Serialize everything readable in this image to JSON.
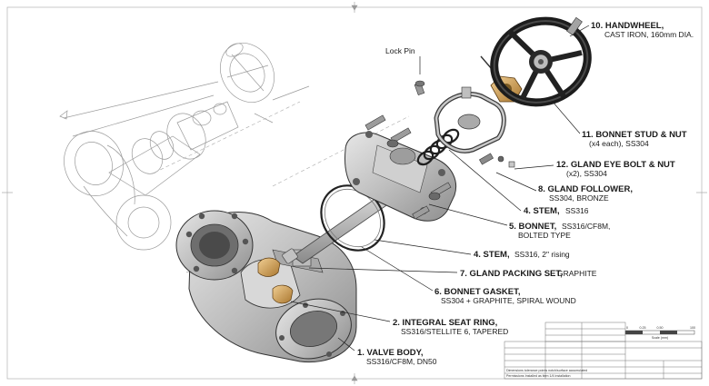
{
  "drawing": {
    "lock_pin_label": "Lock Pin",
    "callouts": [
      {
        "id": "handwheel",
        "title": "10. HANDWHEEL,",
        "sub": [
          "CAST IRON, 160mm DIA."
        ]
      },
      {
        "id": "bonnet-stud-nut",
        "title": "11. BONNET STUD & NUT",
        "sub": [
          "(x4 each), SS304"
        ]
      },
      {
        "id": "gland-eye-bolt",
        "title": "12. GLAND EYE BOLT & NUT",
        "sub": [
          "(x2), SS304"
        ]
      },
      {
        "id": "gland-follower",
        "title": "8. GLAND FOLLOWER,",
        "sub": [
          "SS304, BRONZE"
        ]
      },
      {
        "id": "stem-upper",
        "title": "4. STEM,",
        "sub": [
          "SS316"
        ]
      },
      {
        "id": "bonnet",
        "title": "5. BONNET,",
        "sub": [
          "SS316/CF8M,",
          "BOLTED TYPE"
        ]
      },
      {
        "id": "stem-lower",
        "title": "4. STEM,",
        "sub": [
          "SS316, 2\" rising"
        ]
      },
      {
        "id": "gland-packing",
        "title": "7. GLAND PACKING SET,",
        "sub": [
          "GRAPHITE"
        ]
      },
      {
        "id": "bonnet-gasket",
        "title": "6. BONNET GASKET,",
        "sub": [
          "SS304 + GRAPHITE, SPIRAL WOUND"
        ]
      },
      {
        "id": "seat-ring",
        "title": "2. INTEGRAL SEAT RING,",
        "sub": [
          "SS316/STELLITE 6, TAPERED"
        ]
      },
      {
        "id": "valve-body",
        "title": "1. VALVE BODY,",
        "sub": [
          "SS316/CF8M, DN50"
        ]
      }
    ],
    "scale_bar": {
      "ticks": [
        "0",
        "0.25",
        "0.50",
        "100"
      ],
      "label": "Scale (mm)"
    },
    "title_block": {
      "note_lines": [
        "Dimensions tolerance points notch/surface accumulated",
        "Permissions Installed as item 1/4 installation"
      ]
    }
  },
  "colors": {
    "line": "#1a1a1a",
    "ghost": "#9a9a9a",
    "metal": "#c4c4c4",
    "bronze": "#c9a063",
    "handwheel": "#2b2b2b"
  }
}
